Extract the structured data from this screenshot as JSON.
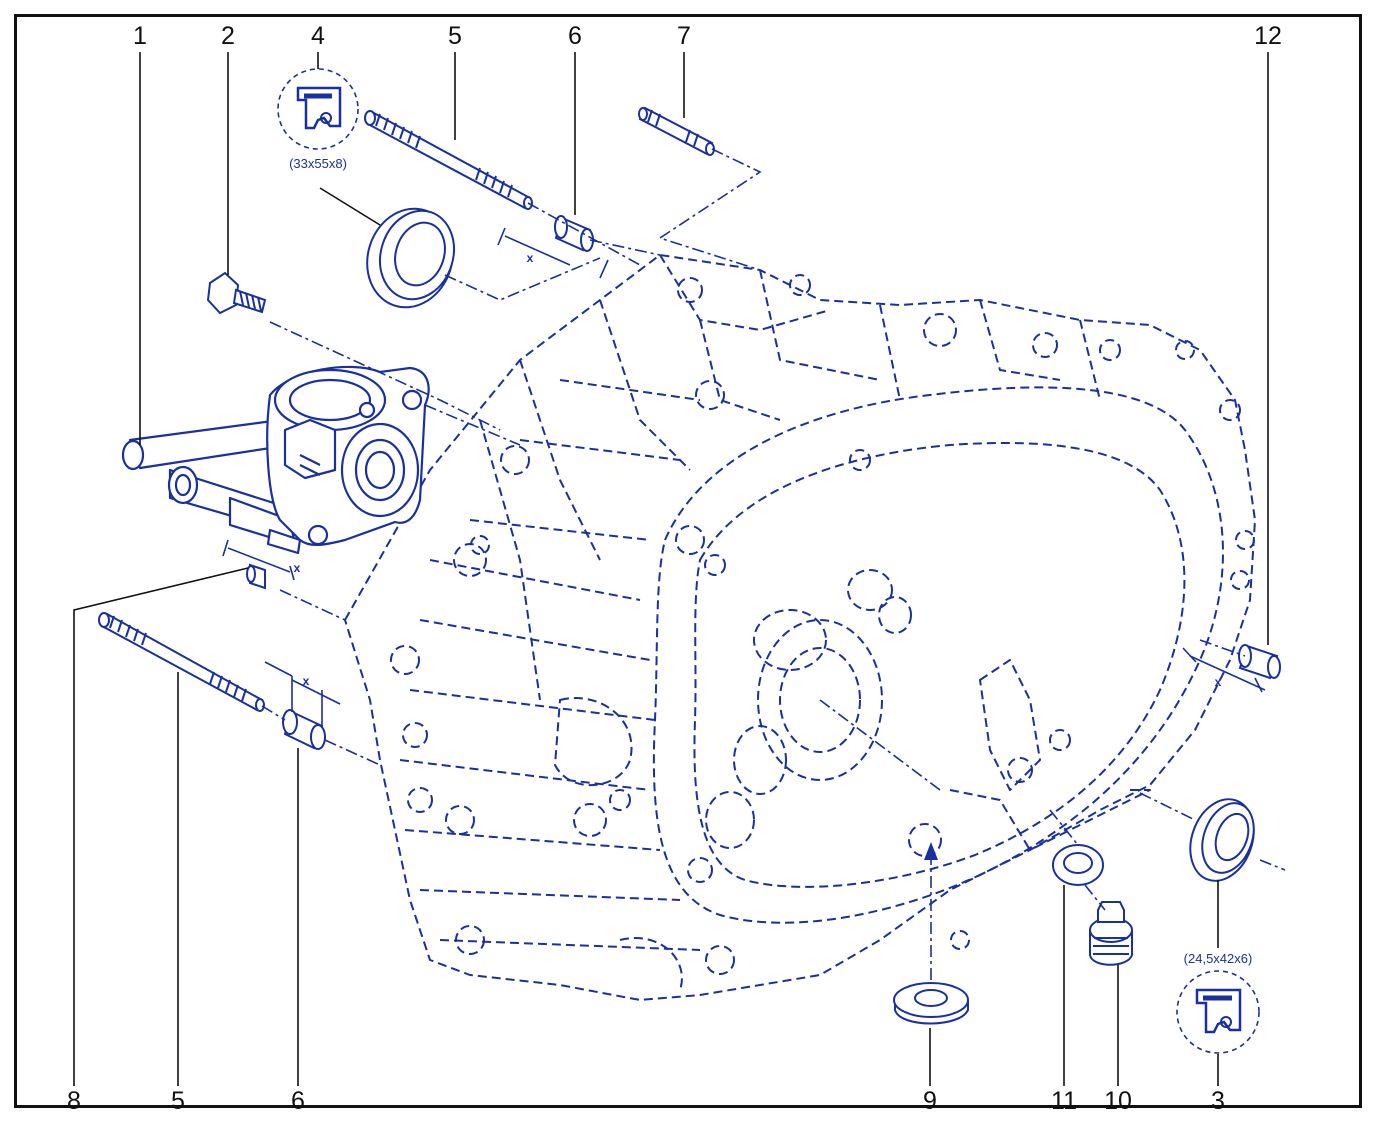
{
  "callouts_top": [
    "1",
    "2",
    "4",
    "5",
    "6",
    "7",
    "12"
  ],
  "callouts_bottom": [
    "8",
    "5",
    "6",
    "9",
    "11",
    "10",
    "3"
  ],
  "dimension_marker": "x",
  "seal_top_size": "(33x55x8)",
  "seal_bottom_size": "(24,5x42x6)",
  "colors": {
    "line_art": "#1a2fa0",
    "callout_text": "#111111",
    "frame": "#111111",
    "background": "#ffffff"
  },
  "icons": [
    "lip-seal-profile-icon",
    "lip-seal-profile-icon"
  ]
}
